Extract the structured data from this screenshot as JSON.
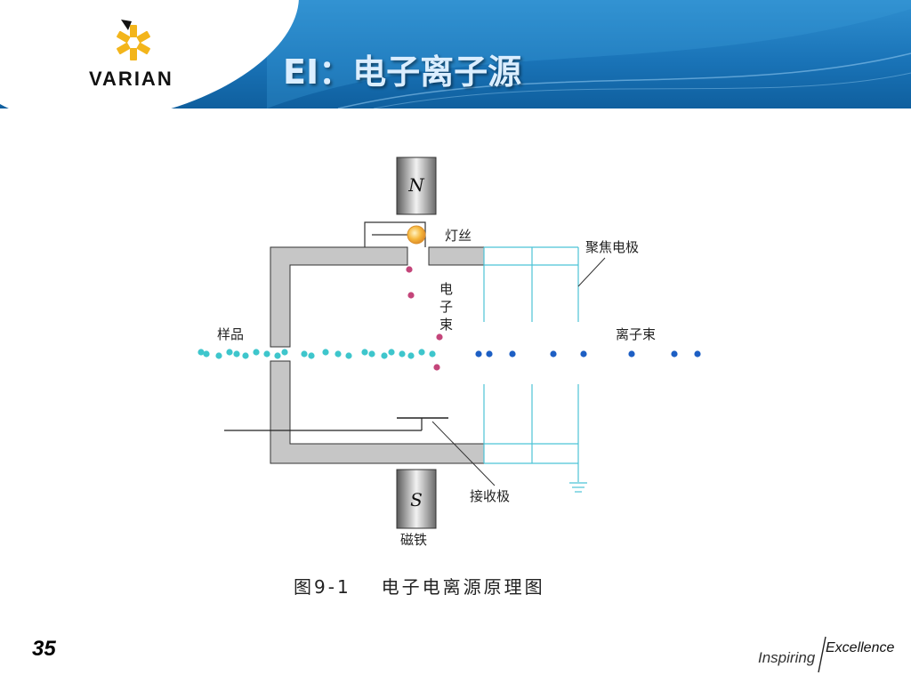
{
  "header": {
    "brand": "VARIAN",
    "title": "EI：电子离子源"
  },
  "diagram": {
    "labels": {
      "north_pole": "N",
      "south_pole": "S",
      "filament": "灯丝",
      "focus_electrode": "聚焦电极",
      "electron_beam": [
        "电",
        "子",
        "束"
      ],
      "sample": "样品",
      "ion_beam": "离子束",
      "collector": "接收极",
      "magnet": "磁铁"
    },
    "caption": {
      "number": "图9-1",
      "text": "电子电离源原理图"
    }
  },
  "colors": {
    "header_blue": "#1a74b8",
    "chamber_gray": "#c6c6c6",
    "electrode_cyan": "#4cc3d6",
    "sample_particle": "#3ec6cc",
    "electron_particle": "#c4457a",
    "ion_particle": "#1d5fc4",
    "filament_glow": "#f6b73c",
    "logo_yellow": "#f3b51b"
  },
  "footer": {
    "page_number": "35",
    "tagline_1": "Inspiring",
    "tagline_2": "Excellence"
  },
  "icons": [
    "varian-logo-icon",
    "ground-icon",
    "filament-icon"
  ]
}
